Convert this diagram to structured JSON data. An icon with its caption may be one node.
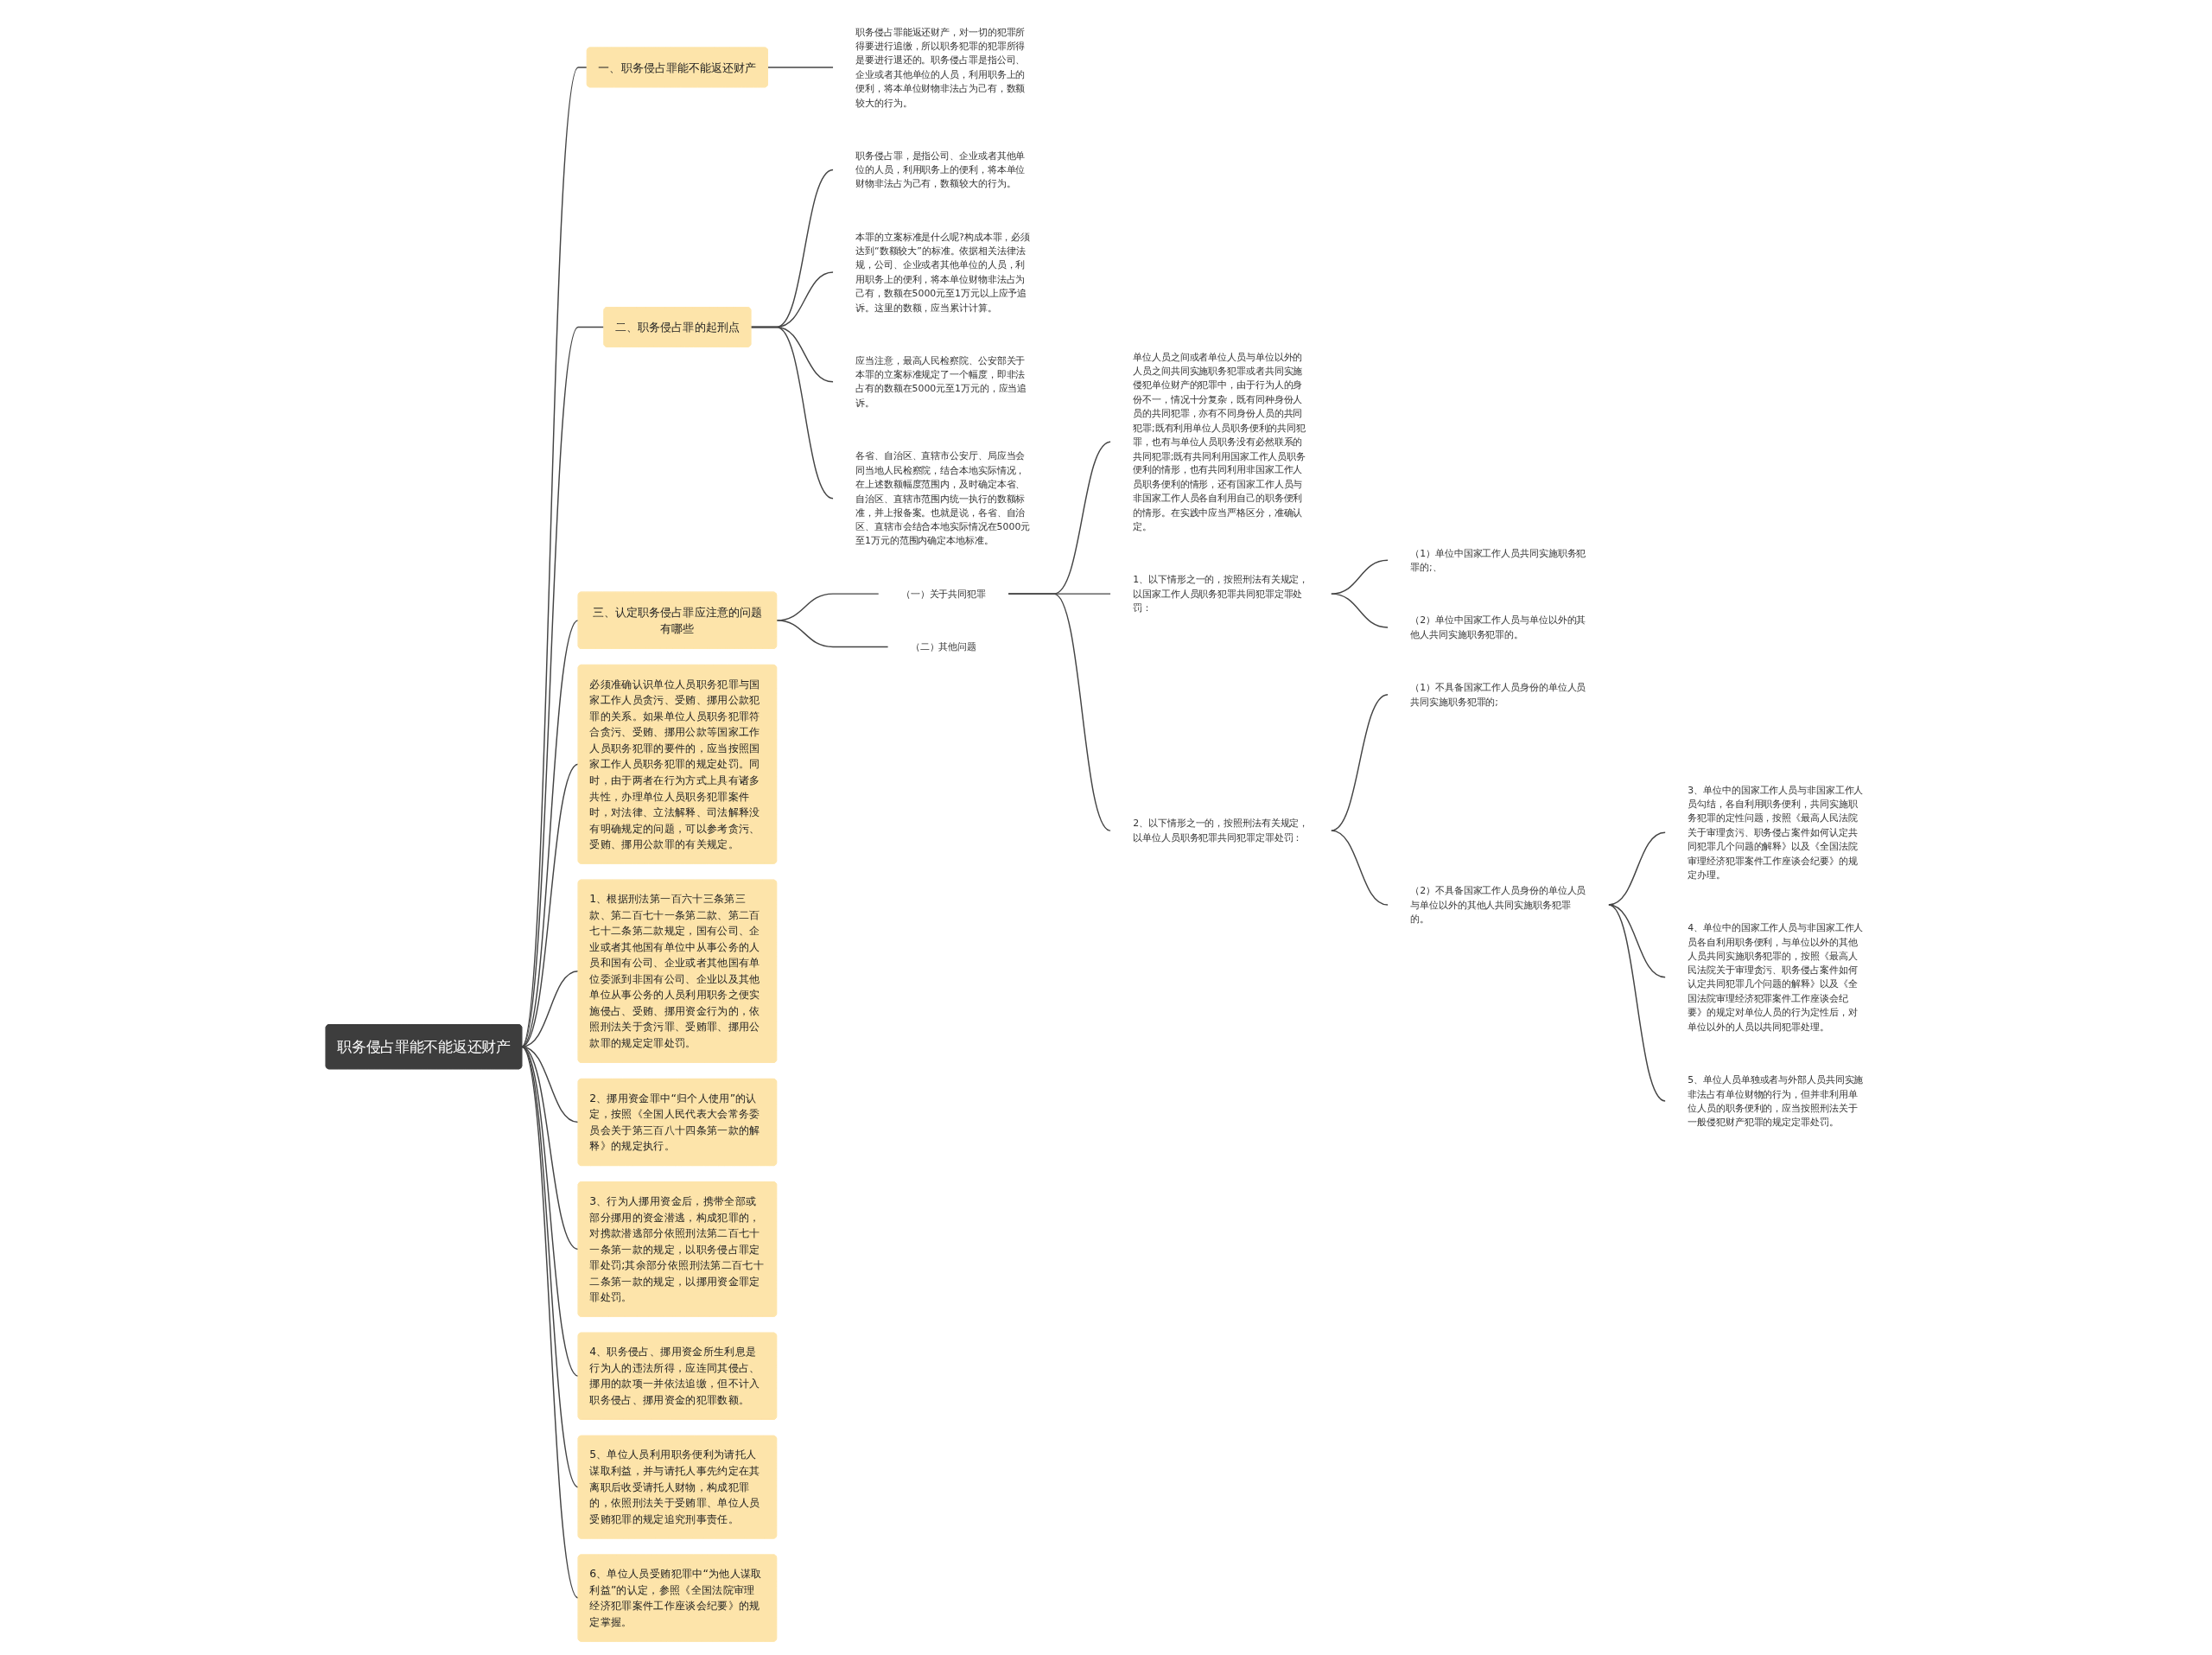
{
  "diagram": {
    "nodes": [
      {
        "text": [
          "职务侵占罪能不能返还财产"
        ]
      },
      {
        "text": [
          "一、职务侵占罪能不能返还财产"
        ]
      },
      {
        "text": [
          "职务侵占罪能返还财产，对一切的犯罪所得要进行追缴，所以职务犯罪的犯罪所得是要进行退还的。职务侵占罪是指公司、企业或者其他单位的人员，利用职务上的便利，将本单位财物非法占为己有，数额较大的行为。"
        ]
      },
      {
        "text": [
          "二、职务侵占罪的起刑点"
        ]
      },
      {
        "text": [
          "职务侵占罪，是指公司、企业或者其他单位的人员，利用职务上的便利，将本单位财物非法占为己有，数额较大的行为。"
        ]
      },
      {
        "text": [
          "本罪的立案标准是什么呢?构成本罪，必须达到“数额较大”的标准。依据相关法律法规，公司、企业或者其他单位的人员，利用职务上的便利，将本单位财物非法占为己有，数额在5000元至1万元以上应予追诉。这里的数额，应当累计计算。"
        ]
      },
      {
        "text": [
          "应当注意，最高人民检察院、公安部关于本罪的立案标准规定了一个幅度，即非法占有的数额在5000元至1万元的，应当追诉。"
        ]
      },
      {
        "text": [
          "各省、自治区、直辖市公安厅、局应当会同当地人民检察院，结合本地实际情况，在上述数额幅度范围内，及时确定本省、自治区、直辖市范围内统一执行的数额标准，并上报备案。也就是说，各省、自治区、直辖市会结合本地实际情况在5000元至1万元的范围内确定本地标准。"
        ]
      },
      {
        "text": [
          "三、认定职务侵占罪应注意的问题有哪些"
        ]
      },
      {
        "text": [
          "（一）关于共同犯罪"
        ]
      },
      {
        "text": [
          "单位人员之间或者单位人员与单位以外的人员之间共同实施职务犯罪或者共同实施侵犯单位财产的犯罪中，由于行为人的身份不一，情况十分复杂，既有同种身份人员的共同犯罪，亦有不同身份人员的共同犯罪;既有利用单位人员职务便利的共同犯罪，也有与单位人员职务没有必然联系的共同犯罪;既有共同利用国家工作人员职务便利的情形，也有共同利用非国家工作人员职务便利的情形，还有国家工作人员与非国家工作人员各自利用自己的职务便利的情形。在实践中应当严格区分，准确认定。"
        ]
      },
      {
        "text": [
          "1、以下情形之一的，按照刑法有关规定，以国家工作人员职务犯罪共同犯罪定罪处罚："
        ]
      },
      {
        "text": [
          "（1）单位中国家工作人员共同实施职务犯罪的;、"
        ]
      },
      {
        "text": [
          "（2）单位中国家工作人员与单位以外的其他人共同实施职务犯罪的。"
        ]
      },
      {
        "text": [
          "2、以下情形之一的，按照刑法有关规定，以单位人员职务犯罪共同犯罪定罪处罚："
        ]
      },
      {
        "text": [
          "（1）不具备国家工作人员身份的单位人员共同实施职务犯罪的;"
        ]
      },
      {
        "text": [
          "（2）不具备国家工作人员身份的单位人员与单位以外的其他人共同实施职务犯罪的。"
        ]
      },
      {
        "text": [
          "3、单位中的国家工作人员与非国家工作人员勾结，各自利用职务便利，共同实施职务犯罪的定性问题，按照《最高人民法院关于审理贪污、职务侵占案件如何认定共同犯罪几个问题的解释》以及《全国法院审理经济犯罪案件工作座谈会纪要》的规定办理。"
        ]
      },
      {
        "text": [
          "4、单位中的国家工作人员与非国家工作人员各自利用职务便利，与单位以外的其他人员共同实施职务犯罪的，按照《最高人民法院关于审理贪污、职务侵占案件如何认定共同犯罪几个问题的解释》以及《全国法院审理经济犯罪案件工作座谈会纪要》的规定对单位人员的行为定性后，对单位以外的人员以共同犯罪处理。"
        ]
      },
      {
        "text": [
          "5、单位人员单独或者与外部人员共同实施非法占有单位财物的行为，但并非利用单位人员的职务便利的，应当按照刑法关于一般侵犯财产犯罪的规定定罪处罚。"
        ]
      },
      {
        "text": [
          "（二）其他问题"
        ]
      },
      {
        "text": [
          "必须准确认识单位人员职务犯罪与国家工作人员贪污、受贿、挪用公款犯罪的关系。如果单位人员职务犯罪符合贪污、受贿、挪用公款等国家工作人员职务犯罪的要件的，应当按照国家工作人员职务犯罪的规定处罚。同时，由于两者在行为方式上具有诸多共性，办理单位人员职务犯罪案件时，对法律、立法解释、司法解释没有明确规定的问题，可以参考贪污、受贿、挪用公款罪的有关规定。"
        ]
      },
      {
        "text": [
          "1、根据刑法第一百六十三条第三款、第二百七十一条第二款、第二百七十二条第二款规定，国有公司、企业或者其他国有单位中从事公务的人员和国有公司、企业或者其他国有单位委派到非国有公司、企业以及其他单位从事公务的人员利用职务之便实施侵占、受贿、挪用资金行为的，依照刑法关于贪污罪、受贿罪、挪用公款罪的规定定罪处罚。"
        ]
      },
      {
        "text": [
          "2、挪用资金罪中“归个人使用”的认定，按照《全国人民代表大会常务委员会关于第三百八十四条第一款的解释》的规定执行。"
        ]
      },
      {
        "text": [
          "3、行为人挪用资金后，携带全部或部分挪用的资金潜逃，构成犯罪的，对携款潜逃部分依照刑法第二百七十一条第一款的规定，以职务侵占罪定罪处罚;其余部分依照刑法第二百七十二条第一款的规定，以挪用资金罪定罪处罚。"
        ]
      },
      {
        "text": [
          "4、职务侵占、挪用资金所生利息是行为人的违法所得，应连同其侵占、挪用的款项一并依法追缴，但不计入职务侵占、挪用资金的犯罪数额。"
        ]
      },
      {
        "text": [
          "5、单位人员利用职务便利为请托人谋取利益，并与请托人事先约定在其离职后收受请托人财物，构成犯罪的，依照刑法关于受贿罪、单位人员受贿犯罪的规定追究刑事责任。"
        ]
      },
      {
        "text": [
          "6、单位人员受贿犯罪中“为他人谋取利益”的认定，参照《全国法院审理经济犯罪案件工作座谈会纪要》的规定掌握。"
        ]
      }
    ],
    "edges": [
      {
        "from": 0,
        "to": 1,
        "arrow": "none"
      },
      {
        "from": 1,
        "to": 2,
        "arrow": "none"
      },
      {
        "from": 0,
        "to": 3,
        "arrow": "none"
      },
      {
        "from": 3,
        "to": 4,
        "arrow": "none"
      },
      {
        "from": 3,
        "to": 5,
        "arrow": "none"
      },
      {
        "from": 3,
        "to": 6,
        "arrow": "none"
      },
      {
        "from": 3,
        "to": 7,
        "arrow": "none"
      },
      {
        "from": 0,
        "to": 8,
        "arrow": "none"
      },
      {
        "from": 8,
        "to": 9,
        "arrow": "none"
      },
      {
        "from": 9,
        "to": 10,
        "arrow": "none"
      },
      {
        "from": 9,
        "to": 11,
        "arrow": "none"
      },
      {
        "from": 11,
        "to": 12,
        "arrow": "none"
      },
      {
        "from": 11,
        "to": 13,
        "arrow": "none"
      },
      {
        "from": 9,
        "to": 14,
        "arrow": "none"
      },
      {
        "from": 14,
        "to": 15,
        "arrow": "none"
      },
      {
        "from": 14,
        "to": 16,
        "arrow": "none"
      },
      {
        "from": 16,
        "to": 17,
        "arrow": "none"
      },
      {
        "from": 16,
        "to": 18,
        "arrow": "none"
      },
      {
        "from": 16,
        "to": 19,
        "arrow": "none"
      },
      {
        "from": 8,
        "to": 20,
        "arrow": "none"
      },
      {
        "from": 0,
        "to": 21,
        "arrow": "none"
      },
      {
        "from": 0,
        "to": 22,
        "arrow": "none"
      },
      {
        "from": 0,
        "to": 23,
        "arrow": "none"
      },
      {
        "from": 0,
        "to": 24,
        "arrow": "none"
      },
      {
        "from": 0,
        "to": 25,
        "arrow": "none"
      },
      {
        "from": 0,
        "to": 26,
        "arrow": "none"
      },
      {
        "from": 0,
        "to": 27,
        "arrow": "none"
      }
    ]
  }
}
